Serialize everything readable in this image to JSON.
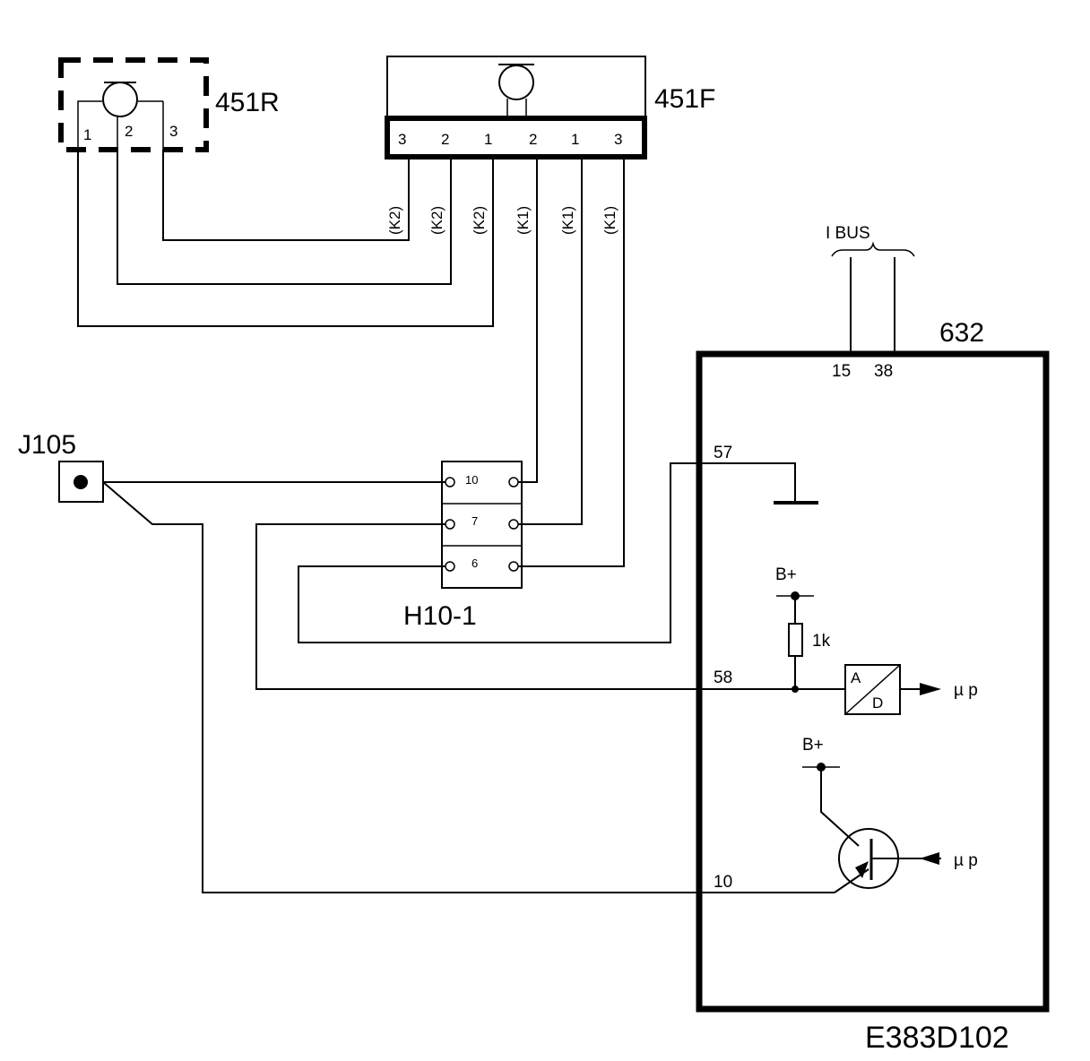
{
  "diagram": {
    "drawing_code": "E383D102",
    "components": {
      "sensor_rear": {
        "label": "451R",
        "pins": [
          "1",
          "2",
          "3"
        ]
      },
      "sensor_front": {
        "label": "451F",
        "pins": [
          "3",
          "2",
          "1",
          "2",
          "1",
          "3"
        ]
      },
      "jack": {
        "label": "J105"
      },
      "connector": {
        "label": "H10-1",
        "pins": [
          "10",
          "7",
          "6"
        ]
      },
      "control_unit": {
        "label": "632",
        "pins": {
          "bus_a": "15",
          "bus_b": "38",
          "ground": "57",
          "sense": "58",
          "drive": "10"
        },
        "resistor": "1k",
        "supply_a": "B+",
        "supply_b": "B+",
        "adc_a": "A",
        "adc_d": "D",
        "mcu_a": "µ p",
        "mcu_b": "µ p"
      }
    },
    "bus_label": "I BUS",
    "wire_tags": [
      "(K2)",
      "(K2)",
      "(K2)",
      "(K1)",
      "(K1)",
      "(K1)"
    ]
  }
}
